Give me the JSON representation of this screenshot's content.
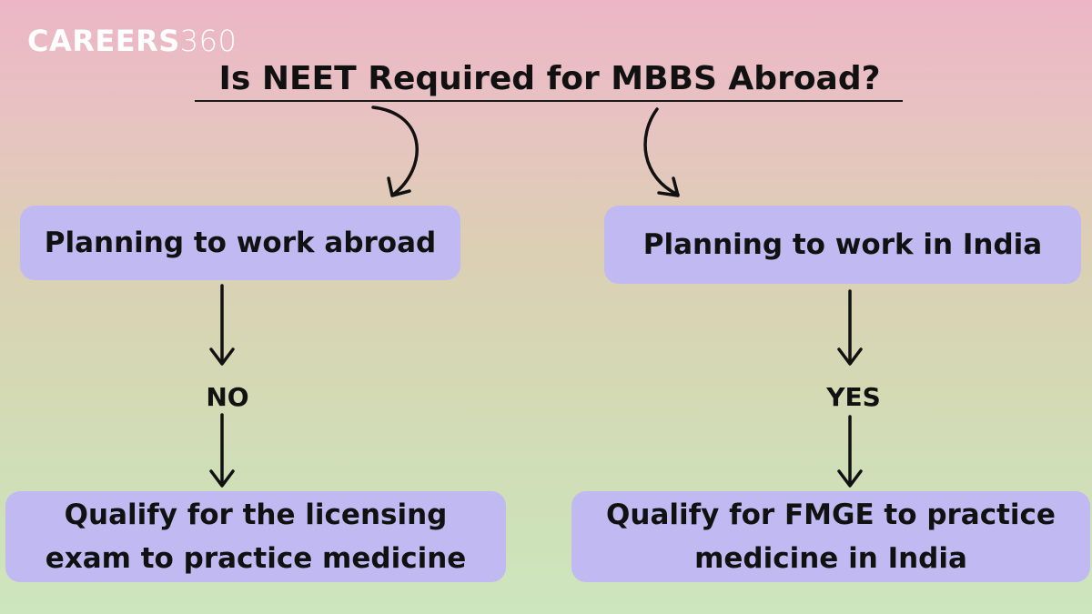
{
  "brand": {
    "logo_bold": "CAREERS",
    "logo_light": "360"
  },
  "title": "Is NEET Required for MBBS Abroad?",
  "branches": [
    {
      "condition": "Planning to work abroad",
      "answer": "NO",
      "outcome_line1": "Qualify for the licensing",
      "outcome_line2": "exam to practice medicine"
    },
    {
      "condition": "Planning to work in India",
      "answer": "YES",
      "outcome_line1": "Qualify for FMGE to practice",
      "outcome_line2": "medicine in India"
    }
  ],
  "colors": {
    "box_fill": "#c1b9f1",
    "logo": "#ffffff",
    "text": "#111111"
  }
}
